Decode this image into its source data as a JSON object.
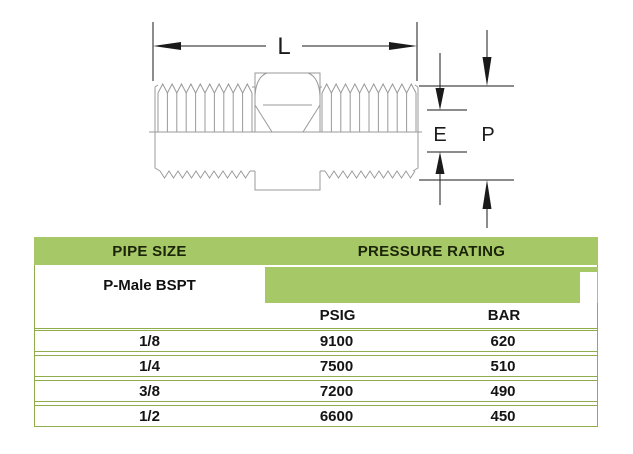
{
  "diagram": {
    "description": "hex pipe nipple engineering drawing",
    "labels": {
      "l": "L",
      "e": "E",
      "p": "P"
    }
  },
  "table": {
    "colors": {
      "green_fill": "#a6c866",
      "green_line": "#8fad4d"
    },
    "header": {
      "pipe_size": "PIPE SIZE",
      "pressure_rating": "PRESSURE RATING"
    },
    "thread_type": "P-Male BSPT",
    "units": {
      "psig": "PSIG",
      "bar": "BAR"
    },
    "rows": [
      {
        "size": "1/8",
        "psig": "9100",
        "bar": "620"
      },
      {
        "size": "1/4",
        "psig": "7500",
        "bar": "510"
      },
      {
        "size": "3/8",
        "psig": "7200",
        "bar": "490"
      },
      {
        "size": "1/2",
        "psig": "6600",
        "bar": "450"
      }
    ]
  }
}
